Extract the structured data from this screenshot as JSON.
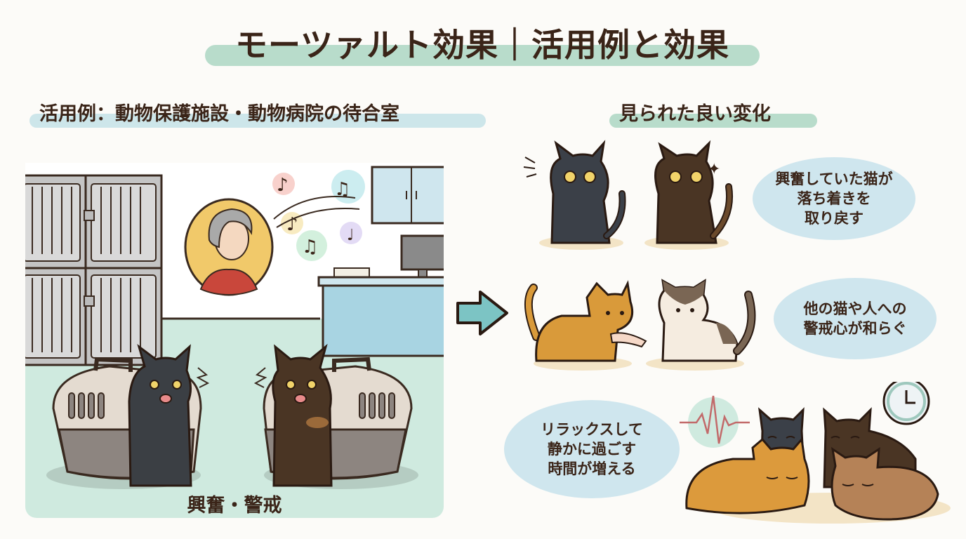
{
  "title": {
    "text": "モーツァルト効果｜活用例と効果",
    "band_color": "#b8dccb"
  },
  "left_section": {
    "heading": "活用例：動物保護施設・動物病院の待合室",
    "band_color": "#cde6ea",
    "scene": {
      "elements": [
        "cages",
        "mozart-portrait",
        "music-notes",
        "cabinet",
        "reception-desk",
        "monitor",
        "pet-carriers",
        "black-cat-hissing",
        "tortoiseshell-cat-hissing"
      ],
      "caption": "興奮・警戒"
    }
  },
  "arrow": {
    "icon": "right-arrow-icon",
    "color": "#7cc4c4"
  },
  "right_section": {
    "heading": "見られた良い変化",
    "band_color": "#b8dccb",
    "changes": [
      {
        "text": "興奮していた猫が\n落ち着きを\n取り戻す",
        "illustration": "calm-black-and-tortie-cats"
      },
      {
        "text": "他の猫や人への\n警戒心が和らぐ",
        "illustration": "tabby-and-calico-cats-with-hand"
      },
      {
        "text": "リラックスして\n静かに過ごす\n時間が増える",
        "illustration": "sleeping-cats-group"
      }
    ]
  },
  "colors": {
    "text": "#3a2418",
    "oval": "#cfe6ee",
    "floor": "#cfeadf",
    "cage": "#b9b9b9",
    "desk": "#a8d4e2"
  }
}
